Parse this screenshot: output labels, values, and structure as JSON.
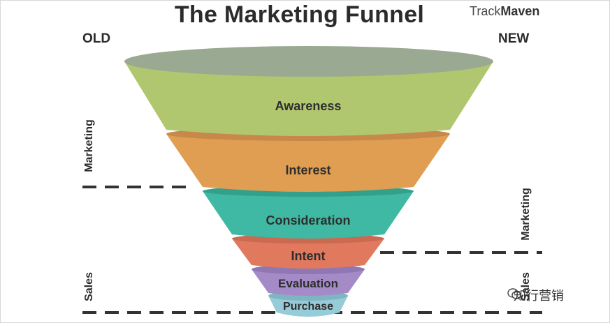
{
  "title": "The Marketing Funnel",
  "logo": {
    "track": "Track",
    "maven": "Maven"
  },
  "old_label": "OLD",
  "new_label": "NEW",
  "left_labels": {
    "marketing": "Marketing",
    "sales": "Sales"
  },
  "right_labels": {
    "marketing": "Marketing",
    "sales": "Sales"
  },
  "stages": [
    {
      "label": "Awareness",
      "color": "#b1c76f",
      "rim": "#9aaa92"
    },
    {
      "label": "Interest",
      "color": "#e09e53",
      "rim": "#c8884a"
    },
    {
      "label": "Consideration",
      "color": "#3fb9a3",
      "rim": "#33a08c"
    },
    {
      "label": "Intent",
      "color": "#e0795d",
      "rim": "#c96a51"
    },
    {
      "label": "Evaluation",
      "color": "#a58ac8",
      "rim": "#8f77b3"
    },
    {
      "label": "Purchase",
      "color": "#96cbd8",
      "rim": "#7fb5c3"
    }
  ],
  "watermark": "知行营销",
  "colors": {
    "text": "#2b2b2b",
    "dash": "#333333"
  }
}
